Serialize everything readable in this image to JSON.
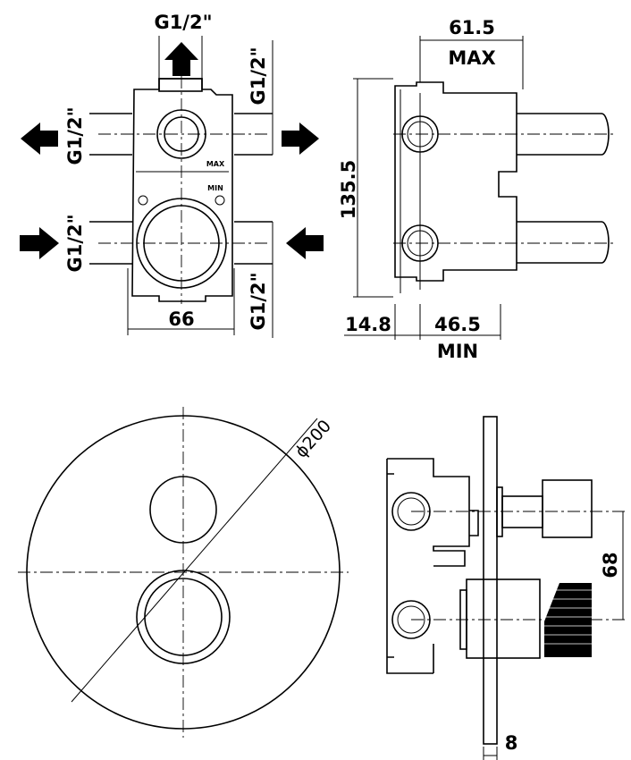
{
  "labels": {
    "thread": "G1/2\"",
    "width_front": "66",
    "depth_max": "61.5",
    "max": "MAX",
    "height": "135.5",
    "wall_offset": "14.8",
    "depth_min": "46.5",
    "min": "MIN",
    "body_max": "MAX",
    "body_min": "MIN",
    "plate_diameter": "ϕ200",
    "axis_distance": "68",
    "plate_thickness": "8"
  }
}
